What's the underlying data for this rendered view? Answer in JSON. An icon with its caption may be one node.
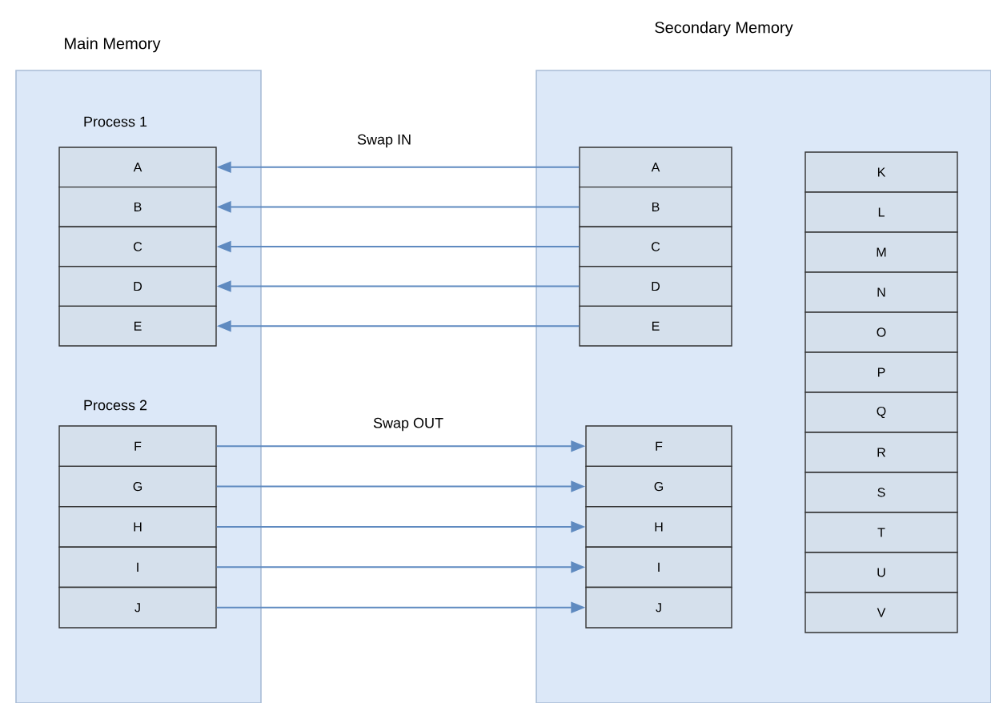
{
  "diagram": {
    "nodes": [
      {
        "text": [
          "Main Memory"
        ]
      },
      {
        "text": [
          "Secondary Memory"
        ]
      },
      {
        "text": [
          "A"
        ],
        "in": 0
      },
      {
        "text": [
          "B"
        ],
        "in": 0
      },
      {
        "text": [
          "C"
        ],
        "in": 0
      },
      {
        "text": [
          "D"
        ],
        "in": 0
      },
      {
        "text": [
          "E"
        ],
        "in": 0
      },
      {
        "text": [
          "F"
        ],
        "in": 0
      },
      {
        "text": [
          "G"
        ],
        "in": 0
      },
      {
        "text": [
          "H"
        ],
        "in": 0
      },
      {
        "text": [
          "I"
        ],
        "in": 0
      },
      {
        "text": [
          "J"
        ],
        "in": 0
      },
      {
        "text": [
          "A"
        ],
        "in": 1
      },
      {
        "text": [
          "B"
        ],
        "in": 1
      },
      {
        "text": [
          "C"
        ],
        "in": 1
      },
      {
        "text": [
          "D"
        ],
        "in": 1
      },
      {
        "text": [
          "E"
        ],
        "in": 1
      },
      {
        "text": [
          "F"
        ],
        "in": 1
      },
      {
        "text": [
          "G"
        ],
        "in": 1
      },
      {
        "text": [
          "H"
        ],
        "in": 1
      },
      {
        "text": [
          "I"
        ],
        "in": 1
      },
      {
        "text": [
          "J"
        ],
        "in": 1
      },
      {
        "text": [
          "K"
        ],
        "in": 1
      },
      {
        "text": [
          "L"
        ],
        "in": 1
      },
      {
        "text": [
          "M"
        ],
        "in": 1
      },
      {
        "text": [
          "N"
        ],
        "in": 1
      },
      {
        "text": [
          "O"
        ],
        "in": 1
      },
      {
        "text": [
          "P"
        ],
        "in": 1
      },
      {
        "text": [
          "Q"
        ],
        "in": 1
      },
      {
        "text": [
          "R"
        ],
        "in": 1
      },
      {
        "text": [
          "S"
        ],
        "in": 1
      },
      {
        "text": [
          "T"
        ],
        "in": 1
      },
      {
        "text": [
          "U"
        ],
        "in": 1
      },
      {
        "text": [
          "V"
        ],
        "in": 1
      }
    ],
    "edges": [
      {
        "from": 12,
        "to": 2,
        "arrow": "to"
      },
      {
        "from": 13,
        "to": 3,
        "arrow": "to"
      },
      {
        "from": 14,
        "to": 4,
        "arrow": "to"
      },
      {
        "from": 15,
        "to": 5,
        "arrow": "to"
      },
      {
        "from": 16,
        "to": 6,
        "arrow": "to"
      },
      {
        "from": 7,
        "to": 17,
        "arrow": "to"
      },
      {
        "from": 8,
        "to": 18,
        "arrow": "to"
      },
      {
        "from": 9,
        "to": 19,
        "arrow": "to"
      },
      {
        "from": 10,
        "to": 20,
        "arrow": "to"
      },
      {
        "from": 11,
        "to": 21,
        "arrow": "to"
      }
    ],
    "labels": [
      "Process 1",
      "Swap IN",
      "Process 2",
      "Swap OUT"
    ]
  }
}
